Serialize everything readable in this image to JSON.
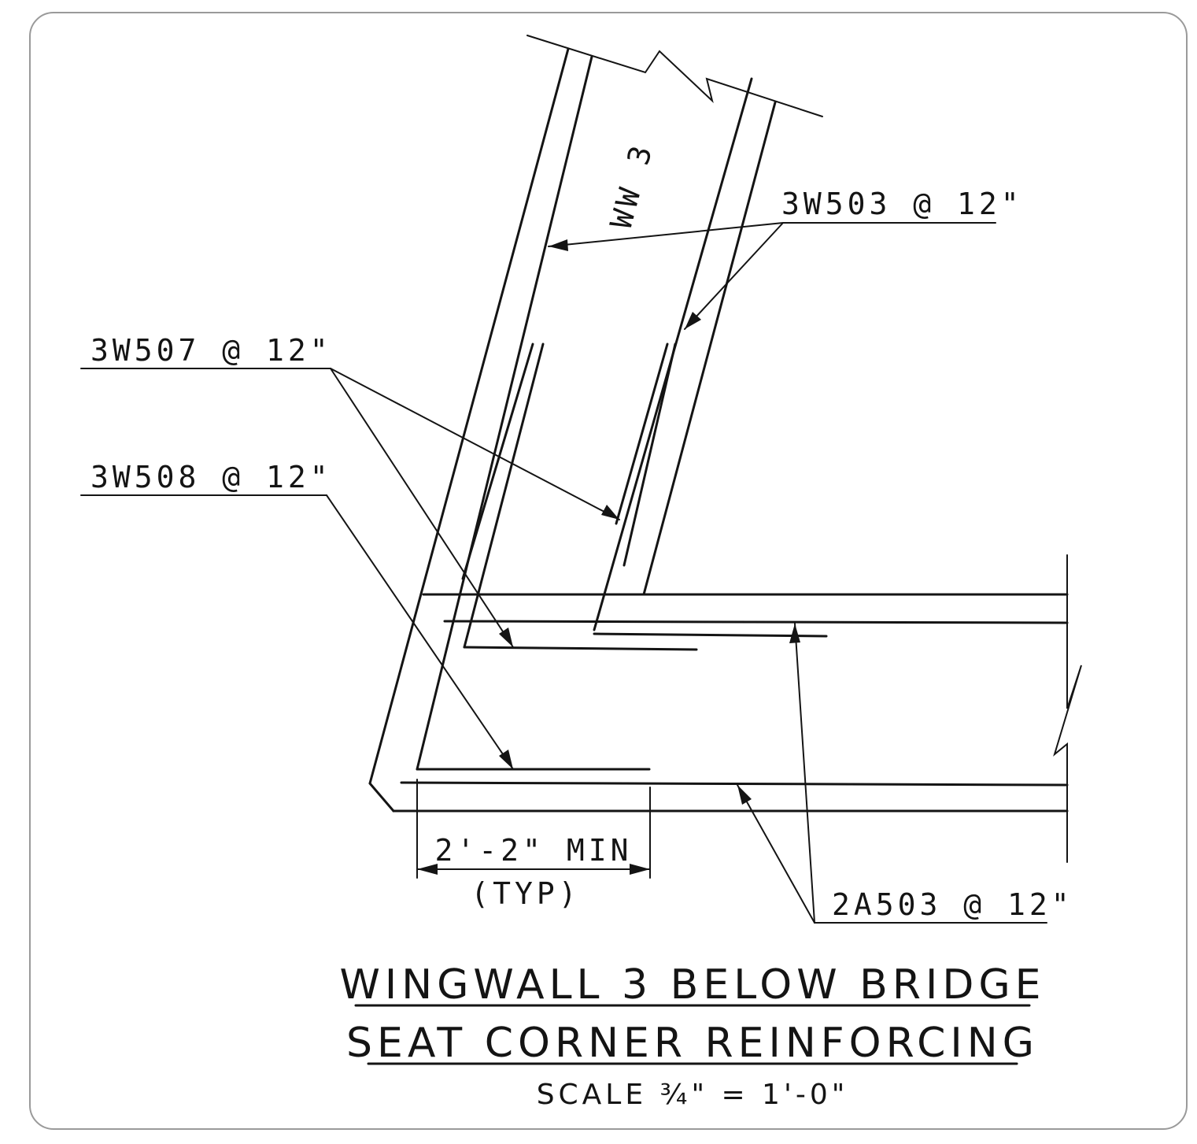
{
  "labels": {
    "ww3": "WW 3",
    "bar_3w503": "3W503 @ 12\"",
    "bar_3w507": "3W507 @ 12\"",
    "bar_3w508": "3W508 @ 12\"",
    "bar_2a503": "2A503 @ 12\"",
    "dim_value": "2'-2\" MIN",
    "dim_note": "(TYP)"
  },
  "title": {
    "line1": "WINGWALL 3  BELOW BRIDGE",
    "line2": "SEAT CORNER REINFORCING",
    "scale": "SCALE ¾\" = 1'-0\""
  }
}
